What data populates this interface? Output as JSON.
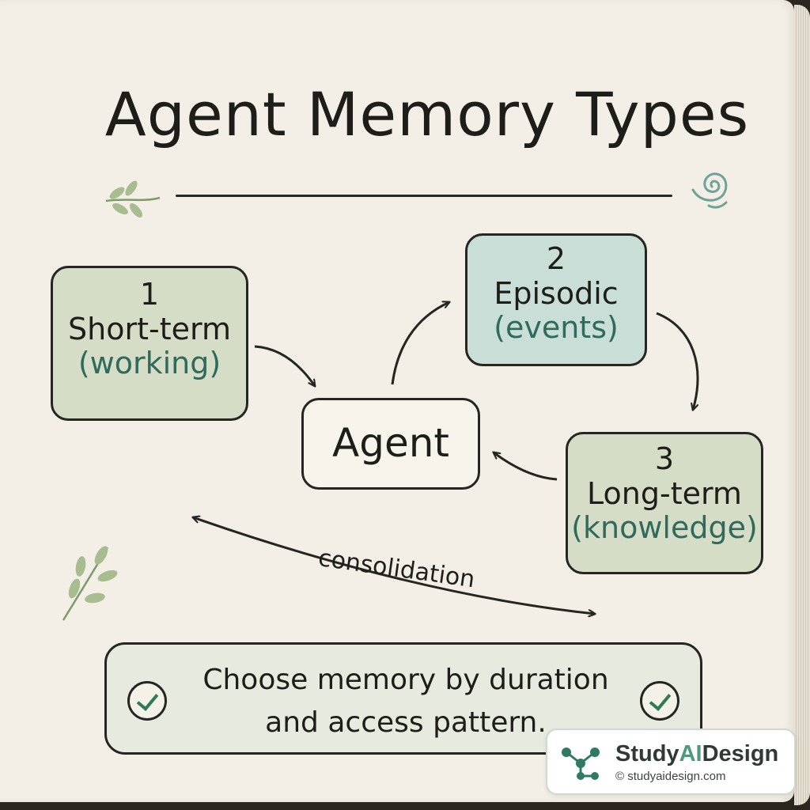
{
  "title": "Agent Memory Types",
  "nodes": {
    "short_term": {
      "number": "1",
      "name": "Short-term",
      "detail": "(working)"
    },
    "episodic": {
      "number": "2",
      "name": "Episodic",
      "detail": "(events)"
    },
    "long_term": {
      "number": "3",
      "name": "Long-term",
      "detail": "(knowledge)"
    },
    "agent": {
      "name": "Agent"
    }
  },
  "edge_label": "consolidation",
  "summary": {
    "line1": "Choose memory by duration",
    "line2": "and access pattern."
  },
  "brand": {
    "name_part1": "Study",
    "name_part2": "AI",
    "name_part3": "Design",
    "url": "© studyaidesign.com"
  },
  "colors": {
    "node_green": "#d5ddc6",
    "node_teal": "#c9ded6",
    "accent_text": "#2f6a5c",
    "check_green": "#2f7a52",
    "paper": "#f3efe6"
  }
}
